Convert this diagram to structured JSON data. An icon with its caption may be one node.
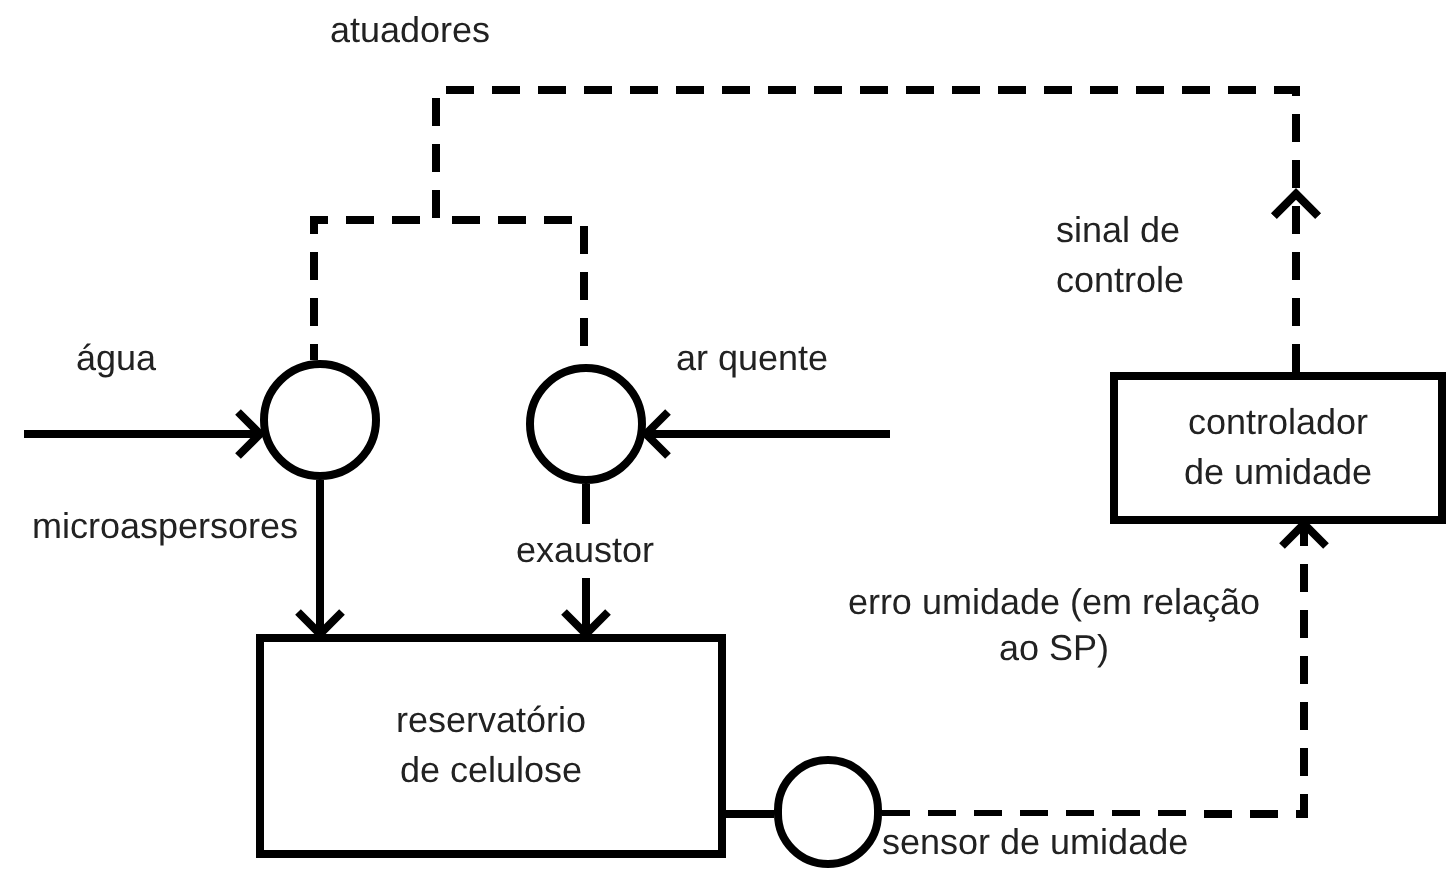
{
  "diagram": {
    "nodes": [
      {
        "text": [],
        "shape": "circle",
        "beside": [
          "microaspersores"
        ]
      },
      {
        "text": [],
        "shape": "circle",
        "beside": [
          "exaustor"
        ]
      },
      {
        "text": [
          "reservatório de celulose"
        ]
      },
      {
        "text": [],
        "shape": "circle",
        "beside": [
          "sensor de umidade"
        ]
      },
      {
        "text": [
          "controlador de umidade"
        ]
      }
    ],
    "edges": [
      {
        "from": null,
        "to": 0,
        "arrow": "to",
        "label": "água"
      },
      {
        "from": null,
        "to": 1,
        "arrow": "to",
        "label": "ar quente"
      },
      {
        "from": 0,
        "to": 2,
        "arrow": "to"
      },
      {
        "from": 1,
        "to": 2,
        "arrow": "to"
      },
      {
        "from": 2,
        "to": 3,
        "arrow": "none"
      },
      {
        "from": 3,
        "to": 4,
        "arrow": "to",
        "style": "dashed",
        "label": "erro umidade (em relação ao SP)"
      },
      {
        "from": 4,
        "to": 0,
        "arrow": "to",
        "style": "dashed",
        "label": "sinal de controle"
      },
      {
        "from": 4,
        "to": 1,
        "arrow": "to",
        "style": "dashed"
      }
    ],
    "labels": [
      "atuadores"
    ]
  }
}
